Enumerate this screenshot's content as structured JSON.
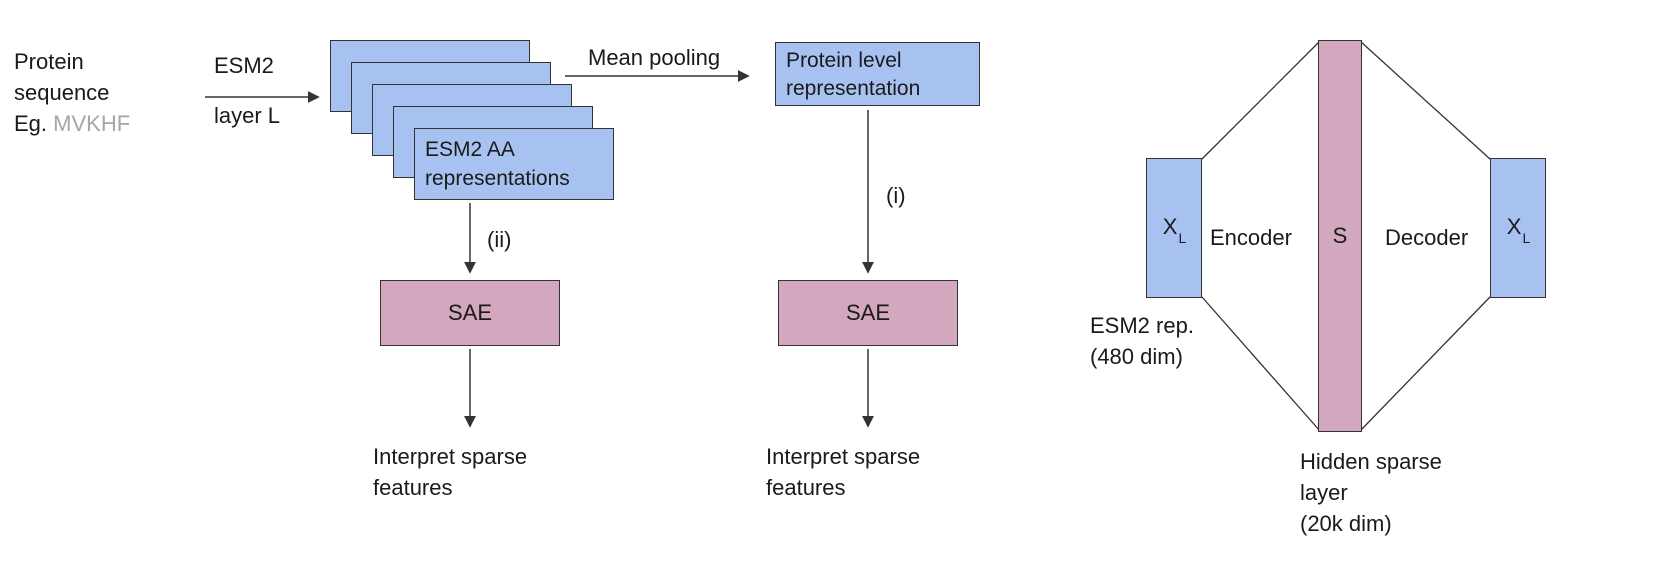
{
  "colors": {
    "box_blue": "#a7c2f0",
    "box_pink": "#d3a7bd",
    "line": "#333333",
    "text": "#1a1a1a",
    "muted": "#a6a6a6"
  },
  "left_flow": {
    "protein_line1": "Protein",
    "protein_line2": "sequence",
    "eg_prefix": "Eg. ",
    "eg_sequence": "MVKHF",
    "esm2_label": "ESM2",
    "layer_label": "layer L",
    "stack_line1": "ESM2 AA",
    "stack_line2": "representations",
    "mean_pooling": "Mean pooling",
    "protein_level_line1": "Protein level",
    "protein_level_line2": "representation",
    "branch_ii": "(ii)",
    "branch_i": "(i)",
    "sae1": "SAE",
    "sae2": "SAE",
    "interpret1_line1": "Interpret sparse",
    "interpret1_line2": "features",
    "interpret2_line1": "Interpret sparse",
    "interpret2_line2": "features"
  },
  "sae_diagram": {
    "input_x": "X",
    "input_sub": "L",
    "encoder": "Encoder",
    "latent": "S",
    "decoder": "Decoder",
    "output_x": "X",
    "output_sub": "L",
    "input_caption_line1": "ESM2 rep.",
    "input_caption_line2": "(480 dim)",
    "hidden_caption_line1": "Hidden sparse",
    "hidden_caption_line2": "layer",
    "hidden_caption_line3": "(20k dim)"
  }
}
